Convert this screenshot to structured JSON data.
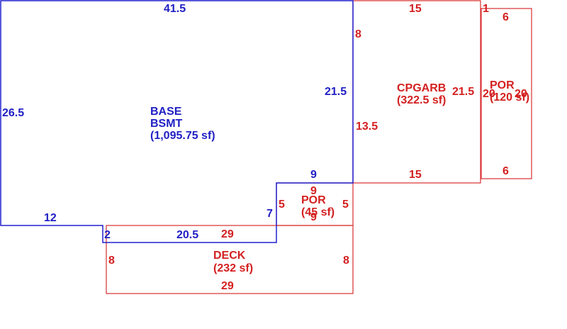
{
  "colors": {
    "base": "#1f1fc4",
    "addition": "#d42020"
  },
  "areas": {
    "base": {
      "line1": "BASE",
      "line2": "BSMT",
      "area": "(1,095.75 sf)"
    },
    "garage": {
      "line1": "CPGARB",
      "area": "(322.5 sf)"
    },
    "porch_right": {
      "line1": "POR",
      "area": "(120 sf)"
    },
    "porch_small": {
      "line1": "POR",
      "area": "(45 sf)"
    },
    "deck": {
      "line1": "DECK",
      "area": "(232 sf)"
    }
  },
  "dims": {
    "base_top": "41.5",
    "base_left": "26.5",
    "base_right": "21.5",
    "base_bottom_left": "12",
    "base_step": "2",
    "base_bottom_mid": "20.5",
    "base_notch_side": "7",
    "base_notch_top": "9",
    "garage_top": "15",
    "garage_top_small": "8",
    "garage_left": "13.5",
    "garage_right": "21.5",
    "garage_bottom": "15",
    "garage_gap": "1",
    "porch_right_top": "6",
    "porch_right_bottom": "6",
    "porch_right_left": "20",
    "porch_right_right": "20",
    "porch_small_top": "9",
    "porch_small_bottom": "9",
    "porch_small_left": "5",
    "porch_small_right": "5",
    "deck_top": "29",
    "deck_bottom": "29",
    "deck_left": "8",
    "deck_right": "8"
  }
}
